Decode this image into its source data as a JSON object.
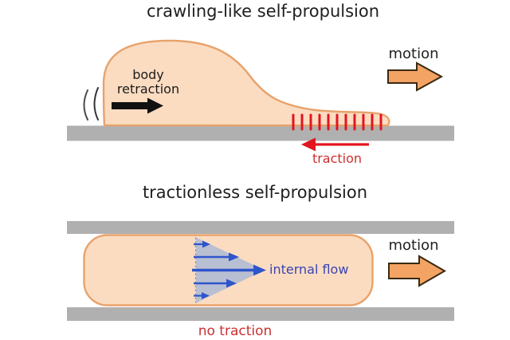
{
  "figure": {
    "top_panel": {
      "title": "crawling-like self-propulsion",
      "body_retraction_label": "body retraction",
      "motion_label": "motion",
      "traction_label": "traction"
    },
    "bottom_panel": {
      "title": "tractionless self-propulsion",
      "internal_flow_label": "internal flow",
      "motion_label": "motion",
      "no_traction_label": "no traction"
    },
    "colors": {
      "cell_fill": "#fbdcc1",
      "cell_outline": "#e8a26b",
      "substrate_gray": "#b0b0b0",
      "motion_arrow_fill": "#f3a364",
      "motion_arrow_outline": "#3a2a12",
      "traction_red": "#e3141e",
      "traction_text_red": "#cf2e2e",
      "flow_blue": "#2f55cb",
      "flow_text_blue": "#3a44b2",
      "flow_profile_fill": "#b9bfd2",
      "retraction_arrow_black": "#111111",
      "title_text": "#1e1e1e"
    }
  }
}
